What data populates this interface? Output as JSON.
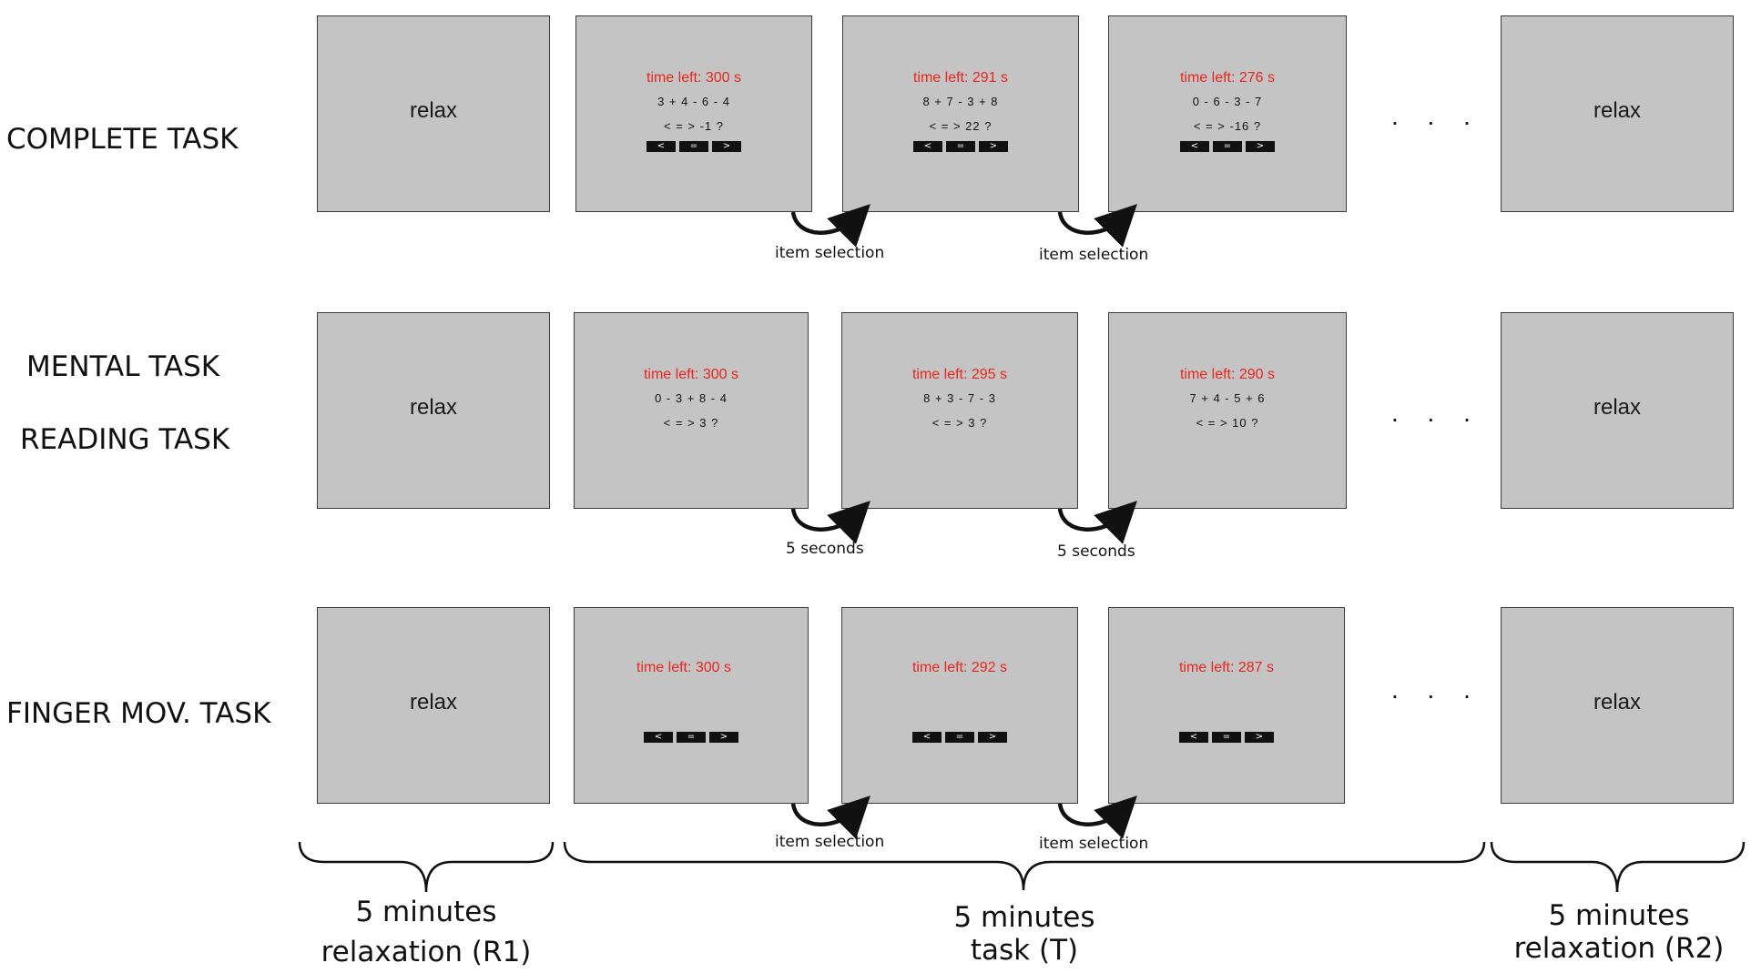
{
  "rows": [
    {
      "label": "COMPLETE TASK",
      "relax_start": "relax",
      "screens": [
        {
          "time": "time left:  300 s",
          "equation": "3 + 4 - 6 - 4",
          "question": "< = > -1 ?"
        },
        {
          "time": "time left:  291 s",
          "equation": "8 + 7 - 3 + 8",
          "question": "< = > 22 ?"
        },
        {
          "time": "time left:  276 s",
          "equation": "0 - 6 - 3 - 7",
          "question": "< = > -16 ?"
        }
      ],
      "buttons": [
        "<",
        "=",
        ">"
      ],
      "transitions": [
        "item selection",
        "item selection"
      ],
      "ellipsis": ". . .",
      "relax_end": "relax"
    },
    {
      "labels": [
        "MENTAL TASK",
        "READING TASK"
      ],
      "relax_start": "relax",
      "screens": [
        {
          "time": "time left:  300 s",
          "equation": "0 - 3 + 8 - 4",
          "question": "< = > 3 ?"
        },
        {
          "time": "time left:  295 s",
          "equation": "8 + 3 - 7 - 3",
          "question": "< = > 3 ?"
        },
        {
          "time": "time left:  290 s",
          "equation": "7 + 4 - 5 + 6",
          "question": "< = > 10 ?"
        }
      ],
      "transitions": [
        "5 seconds",
        "5 seconds"
      ],
      "ellipsis": ". . .",
      "relax_end": "relax"
    },
    {
      "label": "FINGER MOV. TASK",
      "relax_start": "relax",
      "screens": [
        {
          "time": "time left:  300 s"
        },
        {
          "time": "time left:  292 s"
        },
        {
          "time": "time left:  287 s"
        }
      ],
      "buttons": [
        "<",
        "=",
        ">"
      ],
      "transitions": [
        "item selection",
        "item selection"
      ],
      "ellipsis": ". . .",
      "relax_end": "relax"
    }
  ],
  "phases": [
    {
      "line1": "5 minutes",
      "line2": "relaxation (R1)"
    },
    {
      "line1": "5 minutes",
      "line2": "task (T)"
    },
    {
      "line1": "5 minutes",
      "line2": "relaxation (R2)"
    }
  ]
}
